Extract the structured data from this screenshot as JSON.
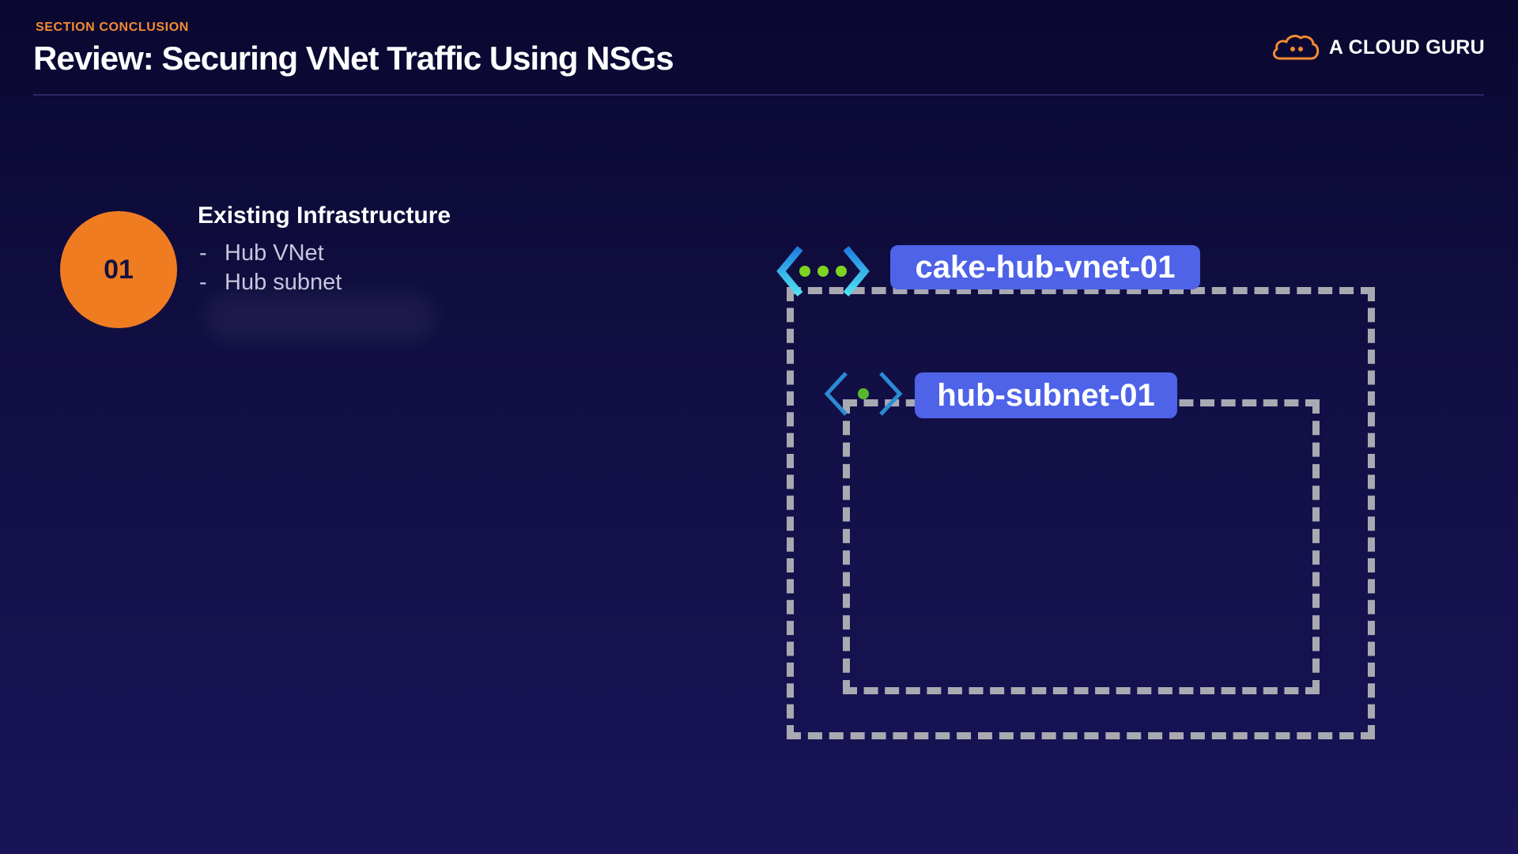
{
  "header": {
    "section_label": "SECTION CONCLUSION",
    "title": "Review: Securing VNet Traffic Using NSGs",
    "brand_name": "A CLOUD GURU"
  },
  "step": {
    "number": "01",
    "title": "Existing Infrastructure",
    "items": [
      "Hub VNet",
      "Hub subnet"
    ],
    "bullet": "-"
  },
  "diagram": {
    "vnet_label": "cake-hub-vnet-01",
    "subnet_label": "hub-subnet-01"
  },
  "icons": {
    "brand": "cloud-logo-icon",
    "vnet": "virtual-network-icon",
    "subnet": "subnet-icon"
  },
  "colors": {
    "accent_orange": "#f07c22",
    "label_blue": "#4e63e8",
    "dashed_border": "#a9a9b2",
    "background_top": "#0a0830",
    "background_bottom": "#181457"
  }
}
